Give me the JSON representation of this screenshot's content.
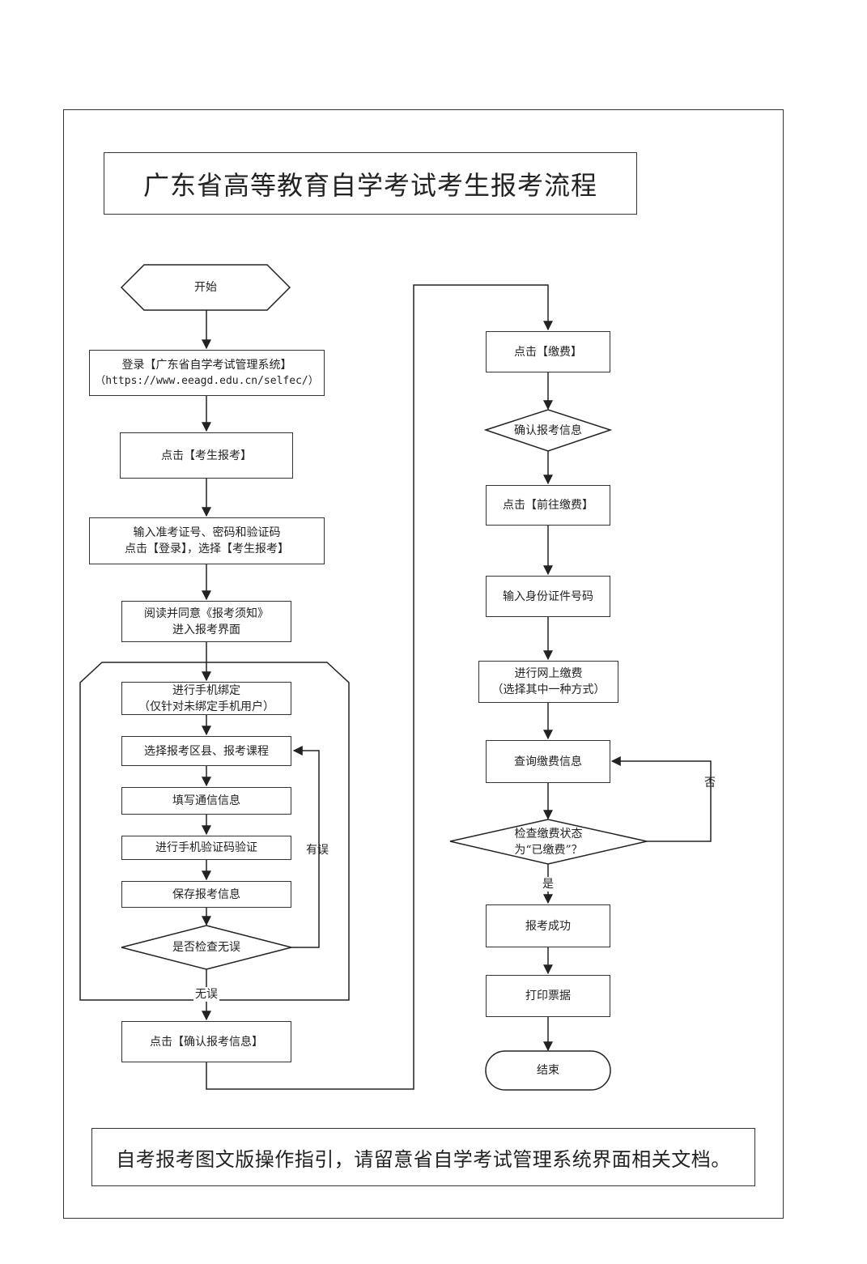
{
  "title": "广东省高等教育自学考试考生报考流程",
  "footer_note": "自考报考图文版操作指引，请留意省自学考试管理系统界面相关文档。",
  "left": {
    "start": "开始",
    "login_line1": "登录【广东省自学考试管理系统】",
    "login_line2": "（https://www.eeagd.edu.cn/selfec/）",
    "click_register": "点击【考生报考】",
    "input_line1": "输入准考证号、密码和验证码",
    "input_line2": "点击【登录】，选择【考生报考】",
    "read_line1": "阅读并同意《报考须知》",
    "read_line2": "进入报考界面",
    "bind_line1": "进行手机绑定",
    "bind_line2": "（仅针对未绑定手机用户）",
    "choose": "选择报考区县、报考课程",
    "fill": "填写通信信息",
    "verify": "进行手机验证码验证",
    "save": "保存报考信息",
    "check": "是否检查无误",
    "has_error": "有误",
    "no_error": "无误",
    "confirm": "点击【确认报考信息】"
  },
  "right": {
    "click_pay": "点击【缴费】",
    "confirm_info": "确认报考信息",
    "goto_pay": "点击【前往缴费】",
    "input_id": "输入身份证件号码",
    "online_line1": "进行网上缴费",
    "online_line2": "（选择其中一种方式）",
    "query": "查询缴费信息",
    "status_line1": "检查缴费状态",
    "status_line2": "为“已缴费”？",
    "no": "否",
    "yes": "是",
    "success": "报考成功",
    "print": "打印票据",
    "end": "结束"
  }
}
